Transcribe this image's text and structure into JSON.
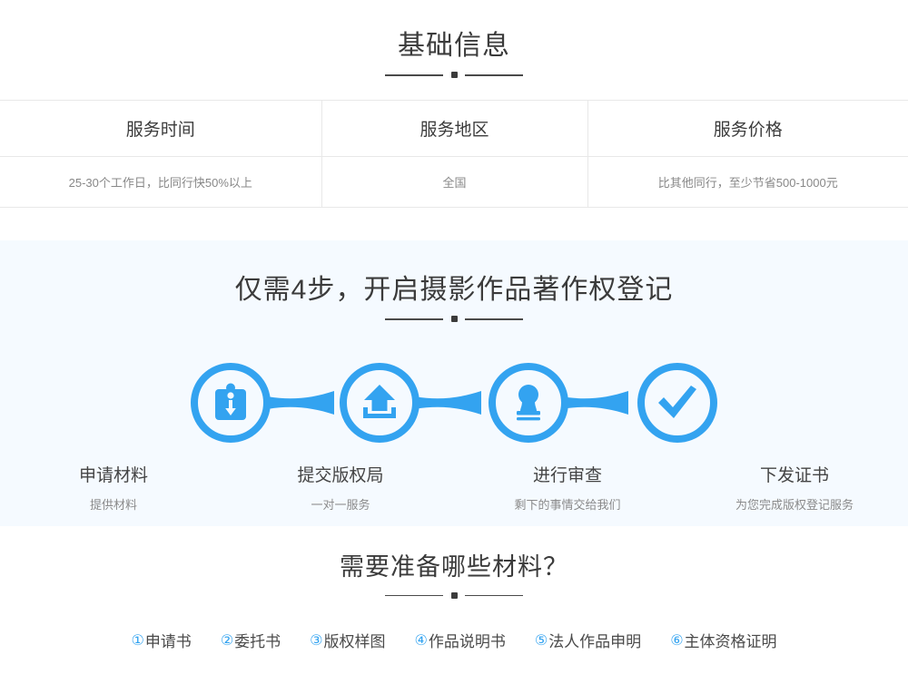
{
  "theme": {
    "accent": "#33a3f0",
    "band_bg": "#f5faff",
    "page_bg": "#ffffff",
    "heading_color": "#3b3b3b",
    "muted_text": "#888888",
    "table_border": "#e8e8e8"
  },
  "basic_info": {
    "heading": "基础信息",
    "columns": [
      "服务时间",
      "服务地区",
      "服务价格"
    ],
    "values": [
      "25-30个工作日，比同行快50%以上",
      "全国",
      "比其他同行，至少节省500-1000元"
    ]
  },
  "steps_section": {
    "heading": "仅需4步，开启摄影作品著作权登记",
    "steps": [
      {
        "icon": "clipboard-download-icon",
        "label": "申请材料",
        "sub": "提供材料"
      },
      {
        "icon": "upload-icon",
        "label": "提交版权局",
        "sub": "一对一服务"
      },
      {
        "icon": "stamp-icon",
        "label": "进行审查",
        "sub": "剩下的事情交给我们"
      },
      {
        "icon": "check-icon",
        "label": "下发证书",
        "sub": "为您完成版权登记服务"
      }
    ]
  },
  "materials_section": {
    "heading": "需要准备哪些材料？",
    "items": [
      {
        "num": "①",
        "label": "申请书"
      },
      {
        "num": "②",
        "label": "委托书"
      },
      {
        "num": "③",
        "label": "版权样图"
      },
      {
        "num": "④",
        "label": "作品说明书"
      },
      {
        "num": "⑤",
        "label": "法人作品申明"
      },
      {
        "num": "⑥",
        "label": "主体资格证明"
      }
    ]
  }
}
